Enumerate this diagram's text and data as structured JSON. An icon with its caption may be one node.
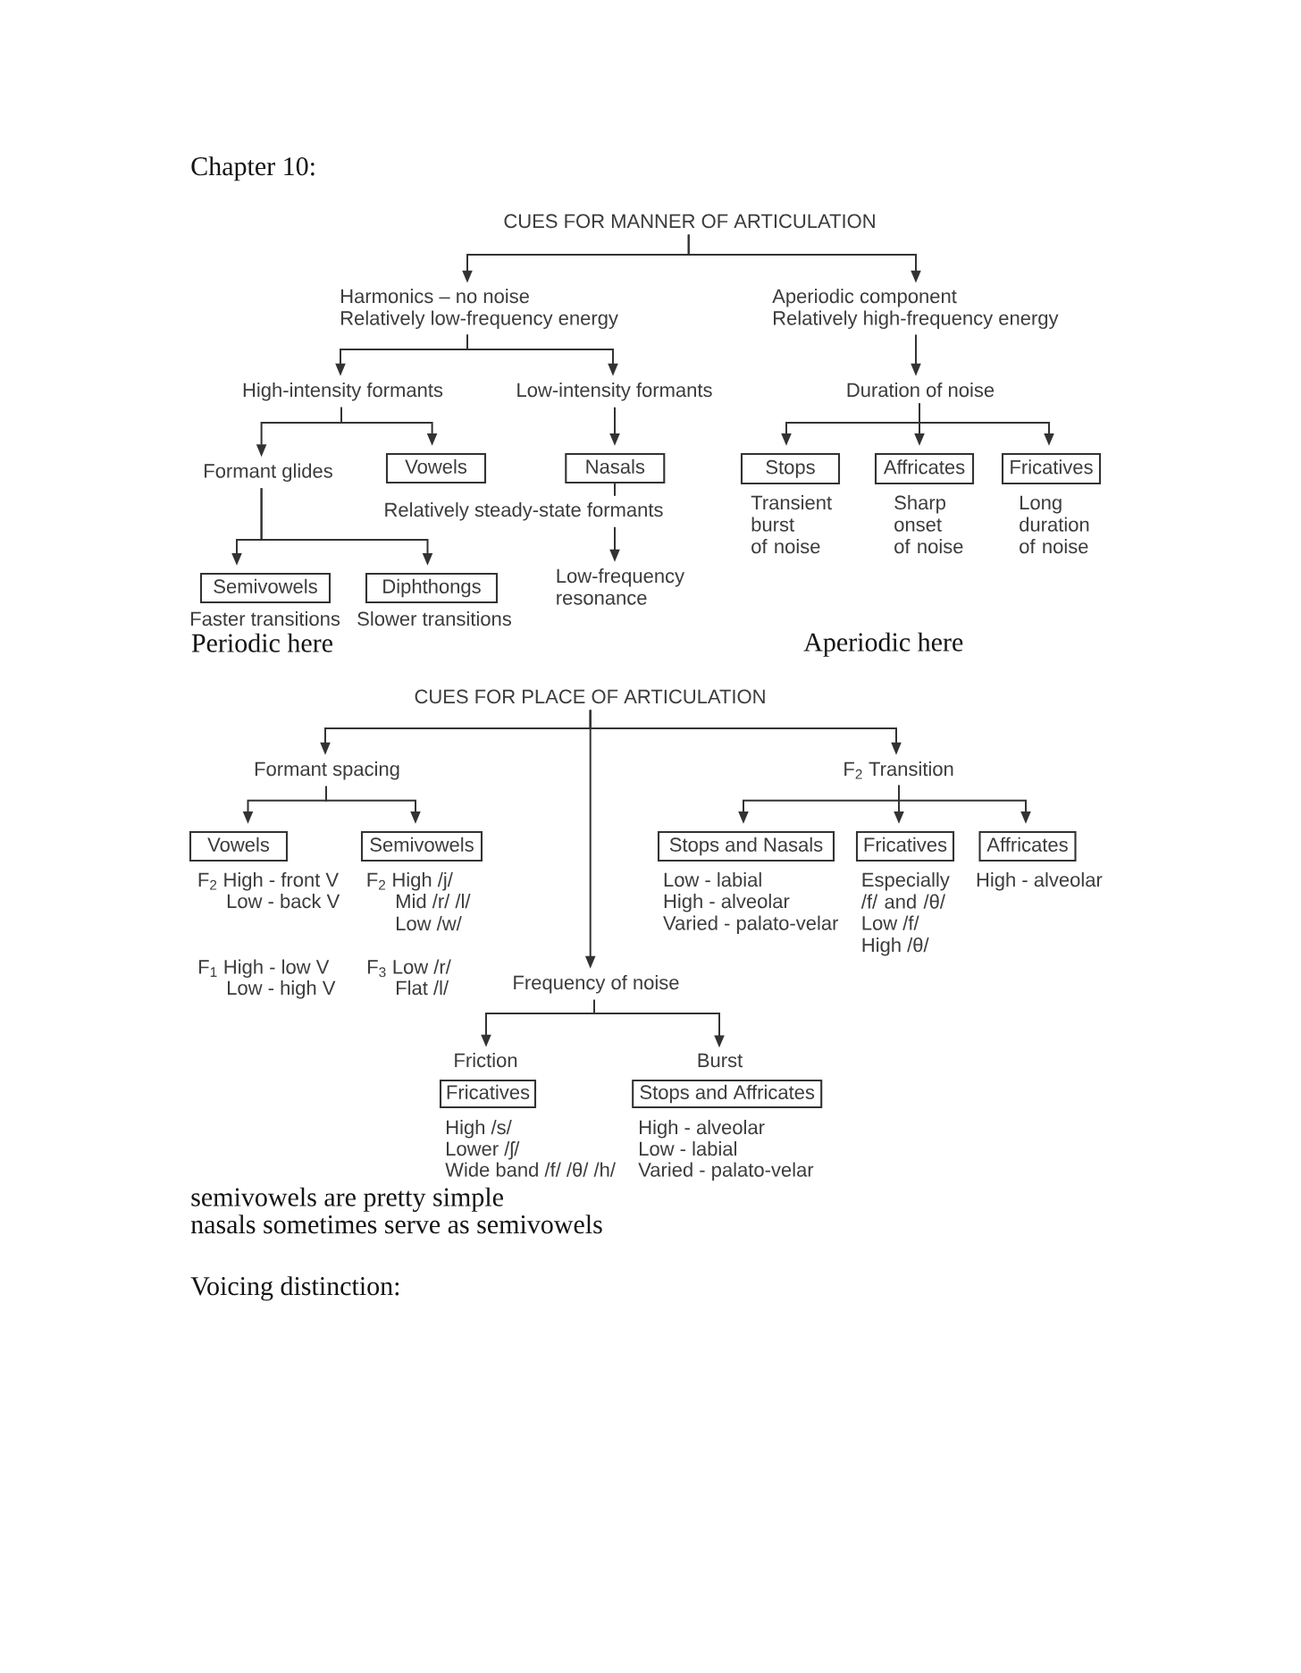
{
  "diagram": {
    "title": "Chapter 10:",
    "nodes": [
      {
        "text": [
          "CUES FOR MANNER OF ARTICULATION"
        ]
      },
      {
        "text": [
          "Harmonics – no noise",
          "Relatively low-frequency energy"
        ]
      },
      {
        "text": [
          "Aperiodic component",
          "Relatively high-frequency energy"
        ]
      },
      {
        "text": [
          "High-intensity formants"
        ]
      },
      {
        "text": [
          "Low-intensity formants"
        ]
      },
      {
        "text": [
          "Duration of noise"
        ]
      },
      {
        "text": [
          "Formant glides"
        ]
      },
      {
        "text": [
          "Vowels"
        ]
      },
      {
        "text": [
          "Nasals"
        ]
      },
      {
        "text": [
          "Stops"
        ],
        "beside": [
          "Transient burst of noise"
        ]
      },
      {
        "text": [
          "Affricates"
        ],
        "beside": [
          "Sharp onset of noise"
        ]
      },
      {
        "text": [
          "Fricatives"
        ],
        "beside": [
          "Long duration of noise"
        ]
      },
      {
        "text": [
          "Relatively steady-state formants"
        ]
      },
      {
        "text": [
          "Semivowels"
        ],
        "beside": [
          "Faster transitions"
        ]
      },
      {
        "text": [
          "Diphthongs"
        ],
        "beside": [
          "Slower transitions"
        ]
      },
      {
        "text": [
          "Low-frequency resonance"
        ]
      },
      {
        "text": [
          "CUES FOR PLACE OF ARTICULATION"
        ]
      },
      {
        "text": [
          "Formant spacing"
        ]
      },
      {
        "text": [
          "F$_{2}$ Transition"
        ]
      },
      {
        "text": [
          "Vowels"
        ],
        "beside": [
          "F$_{2}$ High - front V",
          "Low - back V",
          "F$_{1}$ High - low V",
          "Low - high V"
        ]
      },
      {
        "text": [
          "Semivowels"
        ],
        "beside": [
          "F$_{2}$ High /j/",
          "Mid /r/ /l/",
          "Low /w/",
          "F$_{3}$ Low /r/",
          "Flat /l/"
        ]
      },
      {
        "text": [
          "Stops and Nasals"
        ],
        "beside": [
          "Low - labial",
          "High - alveolar",
          "Varied - palato-velar"
        ]
      },
      {
        "text": [
          "Fricatives"
        ],
        "beside": [
          "Especially /f/ and /θ/",
          "Low /f/",
          "High /θ/"
        ]
      },
      {
        "text": [
          "Affricates"
        ],
        "beside": [
          "High - alveolar"
        ]
      },
      {
        "text": [
          "Frequency of noise"
        ]
      },
      {
        "text": [
          "Friction",
          "Fricatives"
        ],
        "beside": [
          "High /s/",
          "Lower /ʃ/",
          "Wide band /f/ /θ/ /h/"
        ]
      },
      {
        "text": [
          "Burst",
          "Stops and Affricates"
        ],
        "beside": [
          "High - alveolar",
          "Low - labial",
          "Varied - palato-velar"
        ]
      }
    ],
    "edges": [
      {
        "from": 0,
        "to": 1,
        "arrow": "to"
      },
      {
        "from": 0,
        "to": 2,
        "arrow": "to"
      },
      {
        "from": 1,
        "to": 3,
        "arrow": "to"
      },
      {
        "from": 1,
        "to": 4,
        "arrow": "to"
      },
      {
        "from": 2,
        "to": 5,
        "arrow": "to"
      },
      {
        "from": 3,
        "to": 6,
        "arrow": "to"
      },
      {
        "from": 3,
        "to": 7,
        "arrow": "to"
      },
      {
        "from": 4,
        "to": 8,
        "arrow": "to"
      },
      {
        "from": 5,
        "to": 9,
        "arrow": "to"
      },
      {
        "from": 5,
        "to": 10,
        "arrow": "to"
      },
      {
        "from": 5,
        "to": 11,
        "arrow": "to"
      },
      {
        "from": 6,
        "to": 13,
        "arrow": "to"
      },
      {
        "from": 6,
        "to": 14,
        "arrow": "to"
      },
      {
        "from": 8,
        "to": 12,
        "arrow": "none"
      },
      {
        "from": 12,
        "to": 15,
        "arrow": "to"
      },
      {
        "from": 16,
        "to": 17,
        "arrow": "to"
      },
      {
        "from": 16,
        "to": 24,
        "arrow": "to"
      },
      {
        "from": 16,
        "to": 18,
        "arrow": "to"
      },
      {
        "from": 17,
        "to": 19,
        "arrow": "to"
      },
      {
        "from": 17,
        "to": 20,
        "arrow": "to"
      },
      {
        "from": 18,
        "to": 21,
        "arrow": "to"
      },
      {
        "from": 18,
        "to": 22,
        "arrow": "to"
      },
      {
        "from": 18,
        "to": 23,
        "arrow": "to"
      },
      {
        "from": 24,
        "to": 25,
        "arrow": "to"
      },
      {
        "from": 24,
        "to": 26,
        "arrow": "to"
      }
    ],
    "labels": [
      "Periodic here",
      "Aperiodic here",
      "semivowels are pretty simple",
      "nasals sometimes serve as semivowels",
      "Voicing distinction:"
    ]
  }
}
